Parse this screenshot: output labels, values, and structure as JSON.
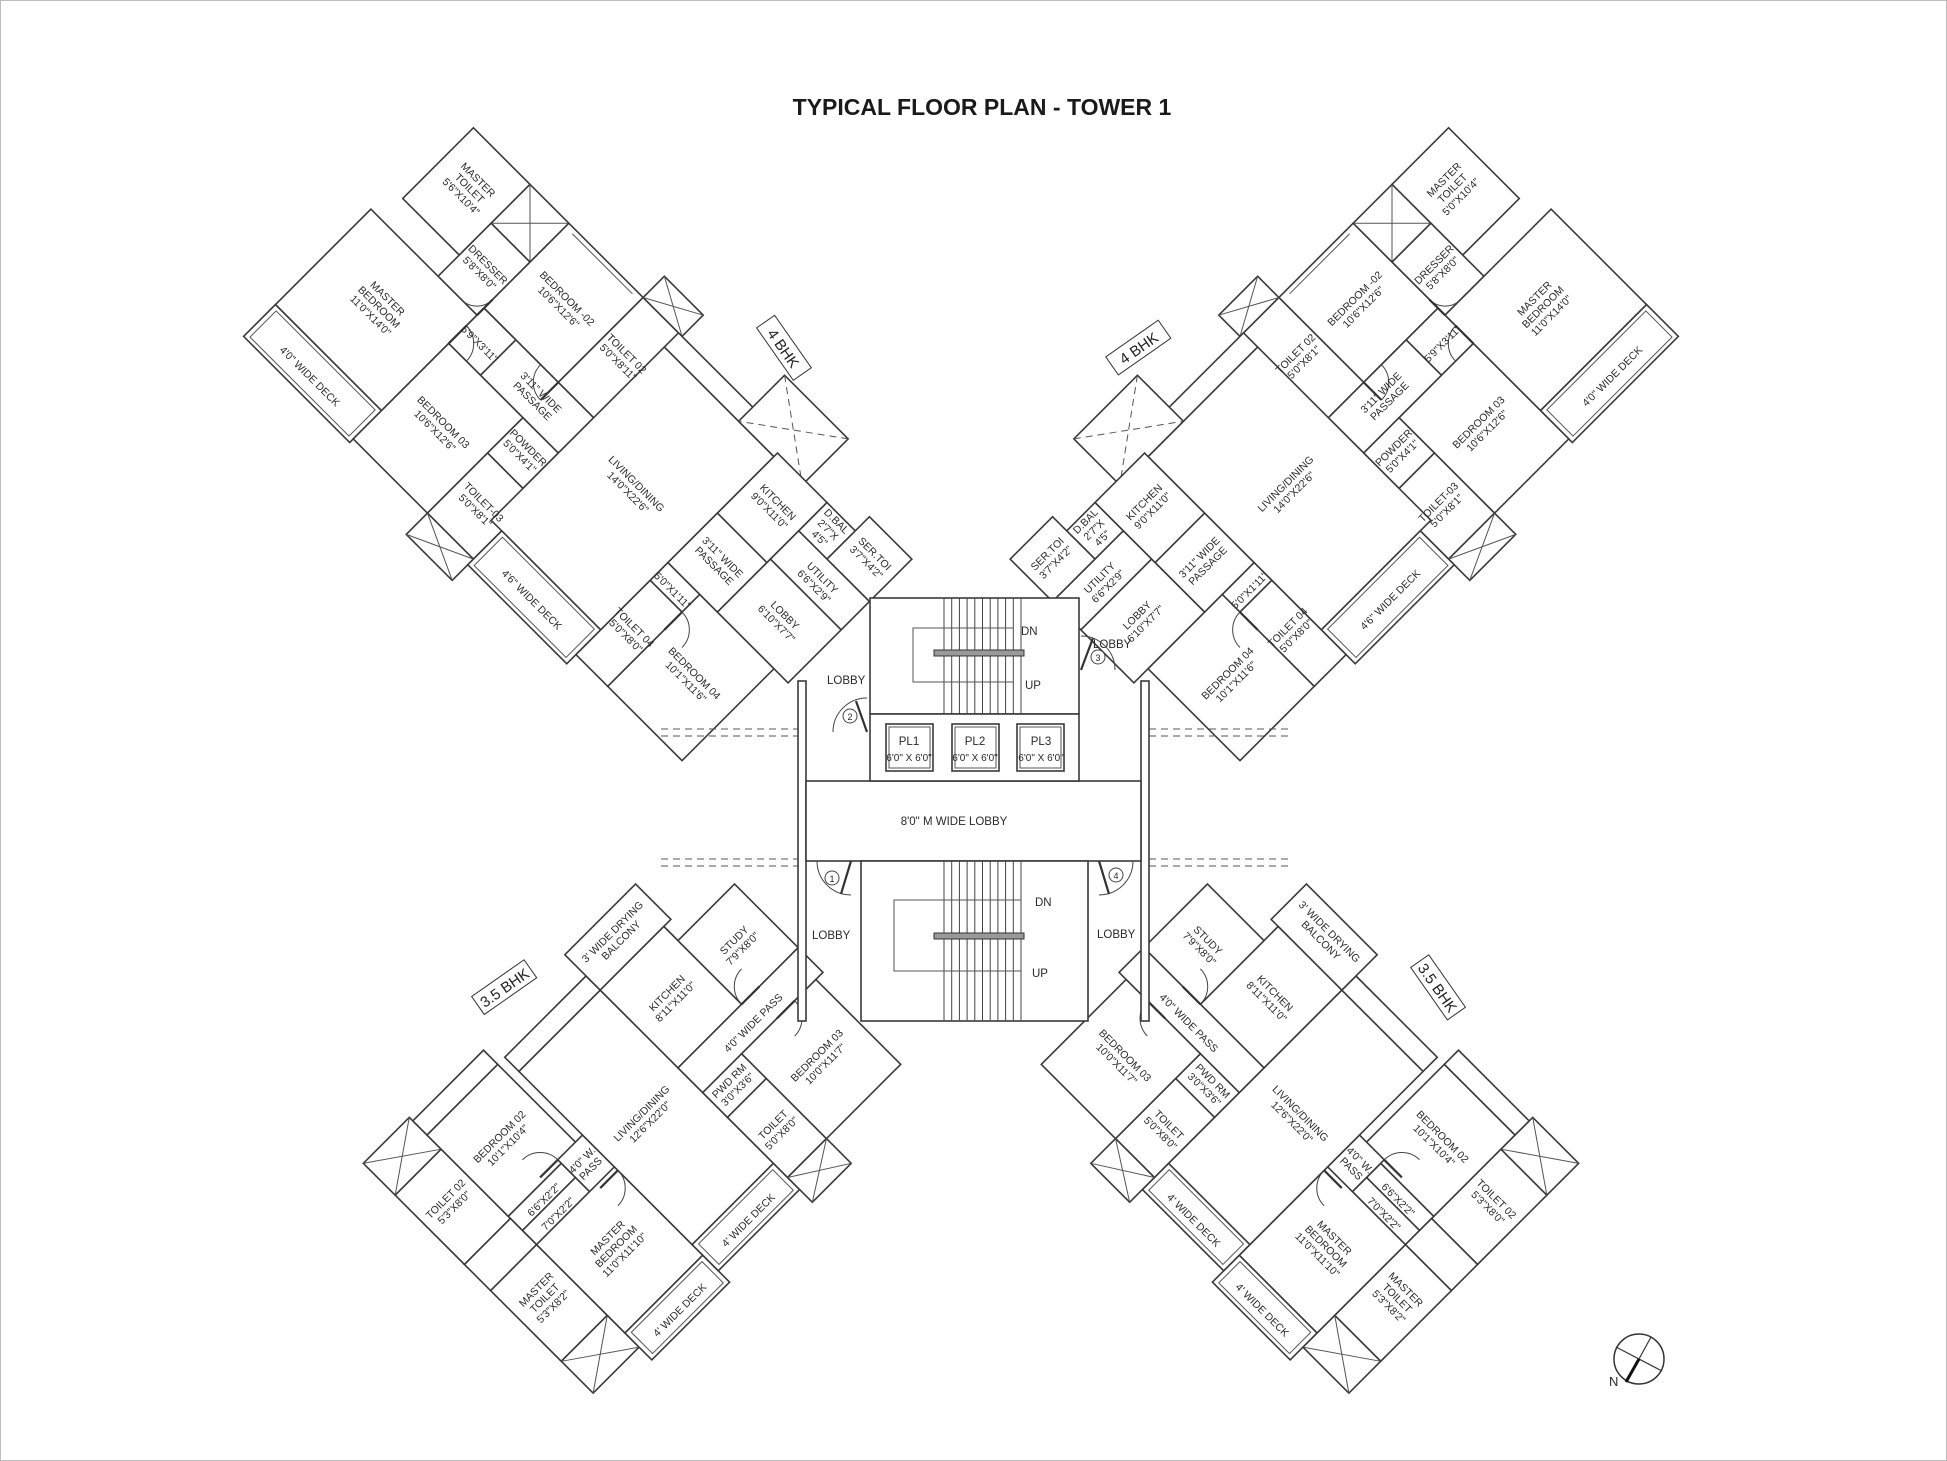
{
  "title": "TYPICAL FLOOR PLAN  - TOWER 1",
  "units": {
    "tl": {
      "tag": "4 BHK",
      "labels": [
        {
          "lines": [
            "MASTER",
            "TOILET",
            "5'6\"X10'4\""
          ]
        },
        {
          "lines": [
            "DRESSER",
            "5'8\"X8'0\""
          ]
        },
        {
          "lines": [
            "MASTER",
            "BEDROOM",
            "11'0\"X14'0\""
          ]
        },
        {
          "lines": [
            "BEDROOM -02",
            "10'6\"X12'6\""
          ]
        },
        {
          "lines": [
            "5'9\"X3'11\""
          ]
        },
        {
          "lines": [
            "3'11\" WIDE",
            "PASSAGE"
          ]
        },
        {
          "lines": [
            "TOILET 02",
            "5'0\"X8'11\""
          ]
        },
        {
          "lines": [
            "BEDROOM 03",
            "10'6\"X12'6\""
          ]
        },
        {
          "lines": [
            "POWDER",
            "5'0\"X4'1\""
          ]
        },
        {
          "lines": [
            "TOILET-03",
            "5'0\"X8'1\""
          ]
        },
        {
          "lines": [
            "LIVING/DINING",
            "14'0\"X22'6\""
          ]
        },
        {
          "lines": [
            "4'0\" WIDE DECK"
          ]
        },
        {
          "lines": [
            "4'6\" WIDE DECK"
          ]
        },
        {
          "lines": [
            "KITCHEN",
            "9'0\"X11'0\""
          ]
        },
        {
          "lines": [
            "D.BAL",
            "2'7\"X",
            "4'5\""
          ]
        },
        {
          "lines": [
            "SER.TOI",
            "3'7\"X4'2\""
          ]
        },
        {
          "lines": [
            "UTILITY",
            "6'6\"X2'9\""
          ]
        },
        {
          "lines": [
            "3'11\" WIDE",
            "PASSAGE"
          ]
        },
        {
          "lines": [
            "5'0\"X1'11\""
          ]
        },
        {
          "lines": [
            "TOILET 04",
            "5'0\"X8'0\""
          ]
        },
        {
          "lines": [
            "LOBBY",
            "6'10\"X7'7\""
          ]
        },
        {
          "lines": [
            "BEDROOM 04",
            "10'1\"X11'6\""
          ]
        }
      ]
    },
    "tr": {
      "tag": "4 BHK",
      "labels": [
        {
          "lines": [
            "MASTER",
            "TOILET",
            "5'0\"X10'4\""
          ]
        },
        {
          "lines": [
            "DRESSER",
            "5'8\"X8'0\""
          ]
        },
        {
          "lines": [
            "MASTER",
            "BEDROOM",
            "11'0\"X14'0\""
          ]
        },
        {
          "lines": [
            "BEDROOM -02",
            "10'6\"X12'6\""
          ]
        },
        {
          "lines": [
            "5'9\"X3'11\""
          ]
        },
        {
          "lines": [
            "3'11\" WIDE",
            "PASSAGE"
          ]
        },
        {
          "lines": [
            "TOILET 02",
            "5'0\"X8'1\""
          ]
        },
        {
          "lines": [
            "BEDROOM 03",
            "10'6\"X12'6\""
          ]
        },
        {
          "lines": [
            "POWDER",
            "5'0\"X4'1\""
          ]
        },
        {
          "lines": [
            "TOILET-03",
            "5'0\"X8'1\""
          ]
        },
        {
          "lines": [
            "LIVING/DINING",
            "14'0\"X22'6\""
          ]
        },
        {
          "lines": [
            "4'0\" WIDE DECK"
          ]
        },
        {
          "lines": [
            "4'6\" WIDE DECK"
          ]
        },
        {
          "lines": [
            "KITCHEN",
            "9'0\"X11'0\""
          ]
        },
        {
          "lines": [
            "D.BAL",
            "2'7\"X",
            "4'5\""
          ]
        },
        {
          "lines": [
            "SER.TOI",
            "3'7\"X4'2\""
          ]
        },
        {
          "lines": [
            "UTILITY",
            "6'6\"X2'9\""
          ]
        },
        {
          "lines": [
            "3'11\" WIDE",
            "PASSAGE"
          ]
        },
        {
          "lines": [
            "5'0\"X1'11\""
          ]
        },
        {
          "lines": [
            "TOILET 04",
            "5'0\"X8'0\""
          ]
        },
        {
          "lines": [
            "LOBBY",
            "6'10\"X7'7\""
          ]
        },
        {
          "lines": [
            "BEDROOM 04",
            "10'1\"X11'6\""
          ]
        }
      ]
    },
    "bl": {
      "tag": "3.5 BHK",
      "labels": [
        {
          "lines": [
            "3' WIDE DRYING",
            "BALCONY"
          ]
        },
        {
          "lines": [
            "KITCHEN",
            "8'11\"X11'0\""
          ]
        },
        {
          "lines": [
            "STUDY",
            "7'9\"X8'0\""
          ]
        },
        {
          "lines": [
            "4'0\" WIDE PASS"
          ]
        },
        {
          "lines": [
            "BEDROOM 03",
            "10'0\"X11'7\""
          ]
        },
        {
          "lines": [
            "PWD RM",
            "3'0\"X3'6\""
          ]
        },
        {
          "lines": [
            "TOILET",
            "5'0\"X8'0\""
          ]
        },
        {
          "lines": [
            "LIVING/DINING",
            "12'6\"X22'0\""
          ]
        },
        {
          "lines": [
            "BEDROOM 02",
            "10'1\"X10'4\""
          ]
        },
        {
          "lines": [
            "4'0\" W.",
            "PASS"
          ]
        },
        {
          "lines": [
            "6'6\"X2'2\""
          ]
        },
        {
          "lines": [
            "7'0\"X2'2\""
          ]
        },
        {
          "lines": [
            "TOILET 02",
            "5'3\"X8'0\""
          ]
        },
        {
          "lines": [
            "MASTER",
            "BEDROOM",
            "11'0\"X11'10\""
          ]
        },
        {
          "lines": [
            "MASTER",
            "TOILET",
            "5'3\"X8'2\""
          ]
        },
        {
          "lines": [
            "4' WIDE DECK"
          ]
        },
        {
          "lines": [
            "4' WIDE DECK"
          ]
        }
      ]
    },
    "br": {
      "tag": "3.5 BHK",
      "labels": [
        {
          "lines": [
            "3' WIDE DRYING",
            "BALCONY"
          ]
        },
        {
          "lines": [
            "KITCHEN",
            "8'11\"X11'0\""
          ]
        },
        {
          "lines": [
            "STUDY",
            "7'9\"X8'0\""
          ]
        },
        {
          "lines": [
            "4'0\" WIDE PASS"
          ]
        },
        {
          "lines": [
            "BEDROOM 03",
            "10'0\"X11'7\""
          ]
        },
        {
          "lines": [
            "PWD RM",
            "3'0\"X3'6\""
          ]
        },
        {
          "lines": [
            "TOILET",
            "5'0\"X8'0\""
          ]
        },
        {
          "lines": [
            "LIVING/DINING",
            "12'6\"X22'0\""
          ]
        },
        {
          "lines": [
            "BEDROOM 02",
            "10'1\"X10'4\""
          ]
        },
        {
          "lines": [
            "4'0\" W.",
            "PASS"
          ]
        },
        {
          "lines": [
            "6'6\"X2'2\""
          ]
        },
        {
          "lines": [
            "7'0\"X2'2\""
          ]
        },
        {
          "lines": [
            "TOILET 02",
            "5'3\"X8'0\""
          ]
        },
        {
          "lines": [
            "MASTER",
            "BEDROOM",
            "11'0\"X11'10\""
          ]
        },
        {
          "lines": [
            "MASTER",
            "TOILET",
            "5'3\"X8'2\""
          ]
        },
        {
          "lines": [
            "4' WIDE DECK"
          ]
        },
        {
          "lines": [
            "4' WIDE DECK"
          ]
        }
      ]
    }
  },
  "core": {
    "lifts": [
      {
        "name": "PL1",
        "size": "6'0\" X 6'0\""
      },
      {
        "name": "PL2",
        "size": "6'0\" X 6'0\""
      },
      {
        "name": "PL3",
        "size": "6'0\" X 6'0\""
      }
    ],
    "main_lobby": "8'0\" M WIDE LOBBY",
    "lobby_label": "LOBBY",
    "stairs": {
      "down": "DN",
      "up": "UP"
    },
    "entry_numbers": [
      "1",
      "2",
      "3",
      "4"
    ]
  },
  "north_label": "N"
}
